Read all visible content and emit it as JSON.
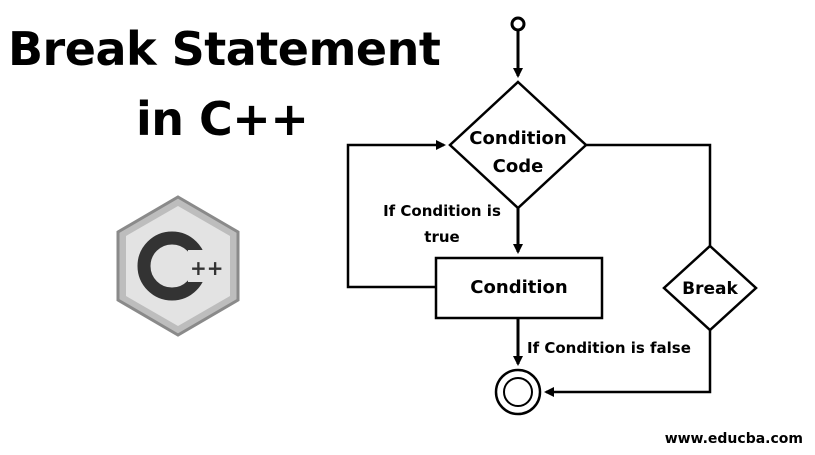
{
  "title": {
    "line1": "Break Statement",
    "line2": "in C++"
  },
  "logo": {
    "icon": "cpp-hexagon-logo",
    "letter": "C",
    "suffix": "++"
  },
  "flowchart": {
    "decision_label_1": "Condition",
    "decision_label_2": "Code",
    "process_label": "Condition",
    "break_label": "Break",
    "true_label_1": "If Condition is",
    "true_label_2": "true",
    "false_label": "If Condition is false"
  },
  "footer": {
    "website": "www.educba.com"
  }
}
